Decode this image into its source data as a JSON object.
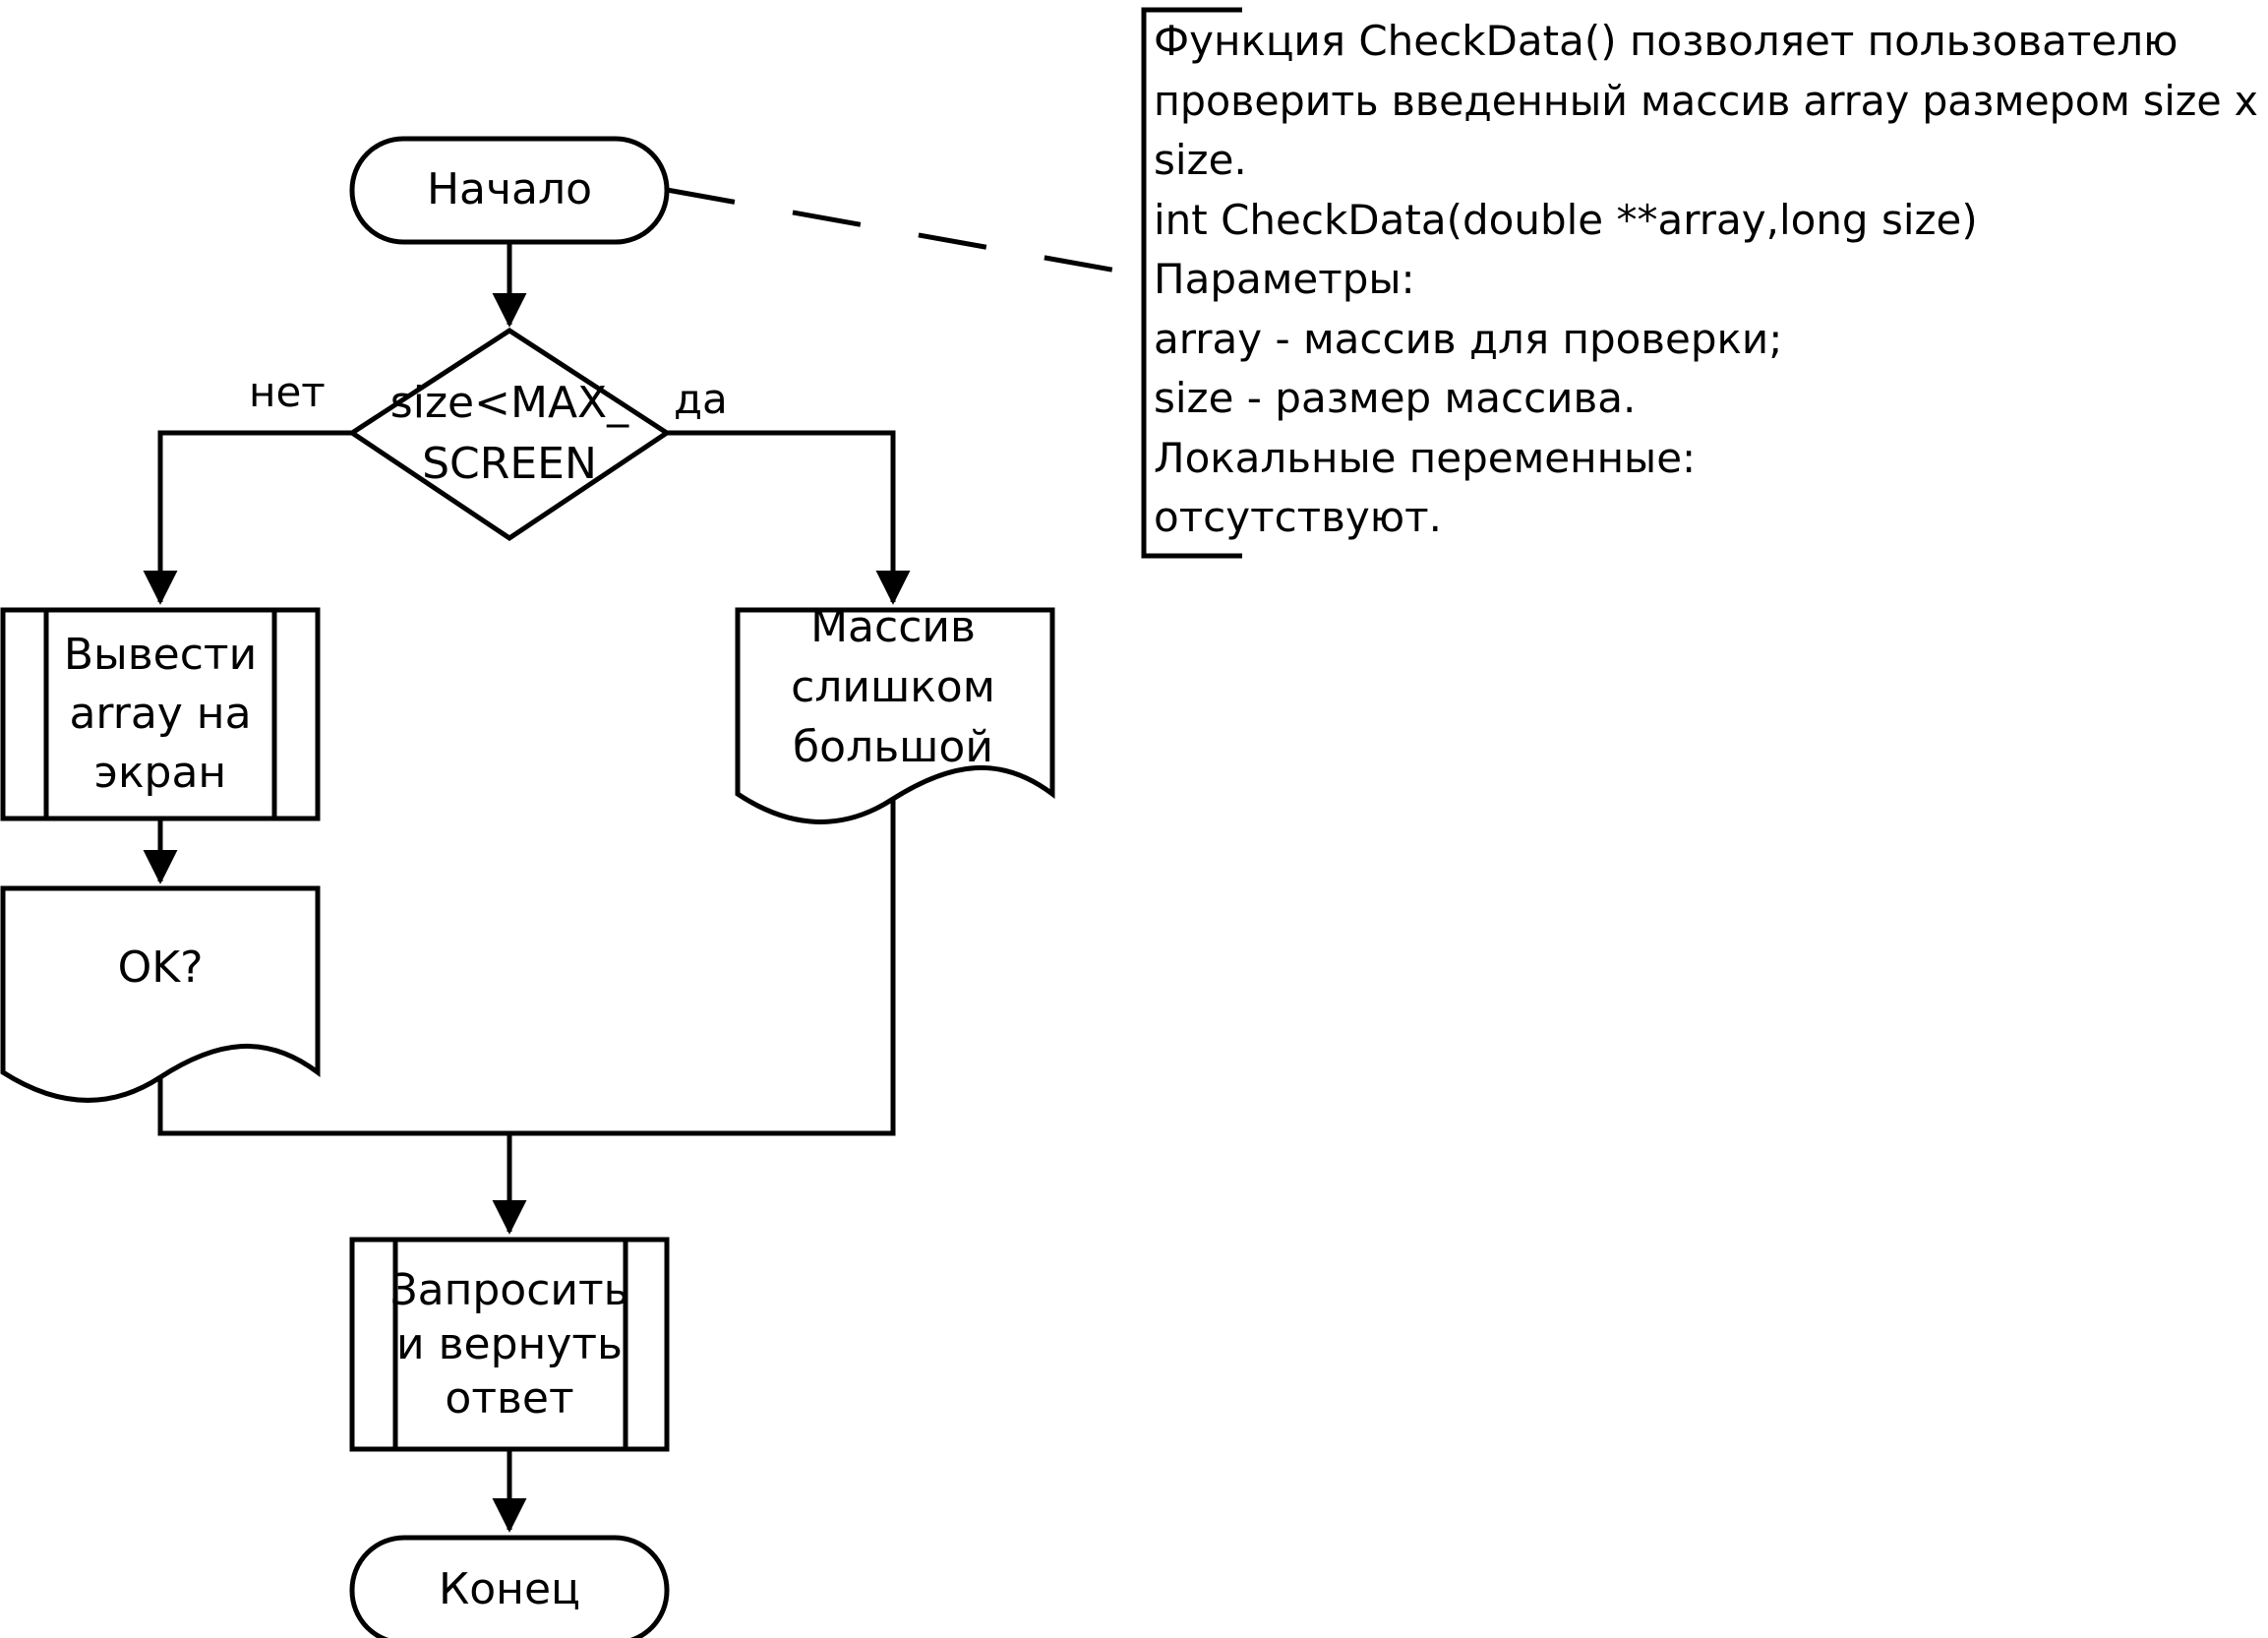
{
  "flowchart": {
    "start": "Начало",
    "decision": [
      "size<MAX_",
      "SCREEN"
    ],
    "branch_no": "нет",
    "branch_yes": "да",
    "print_array": [
      "Вывести",
      "array на",
      "экран"
    ],
    "ok_document": "OK?",
    "too_big_document": [
      "Массив",
      "слишком",
      "большой"
    ],
    "ask_return": [
      "Запросить",
      "и вернуть",
      "ответ"
    ],
    "end": "Конец"
  },
  "comment": {
    "lines": [
      "Функция CheckData() позволяет пользователю",
      "проверить введенный массив array размером size x",
      "size.",
      "int CheckData(double **array,long size)",
      "Параметры:",
      "array - массив для проверки;",
      "size - размер массива.",
      "Локальные переменные:",
      "отсутствуют."
    ]
  }
}
